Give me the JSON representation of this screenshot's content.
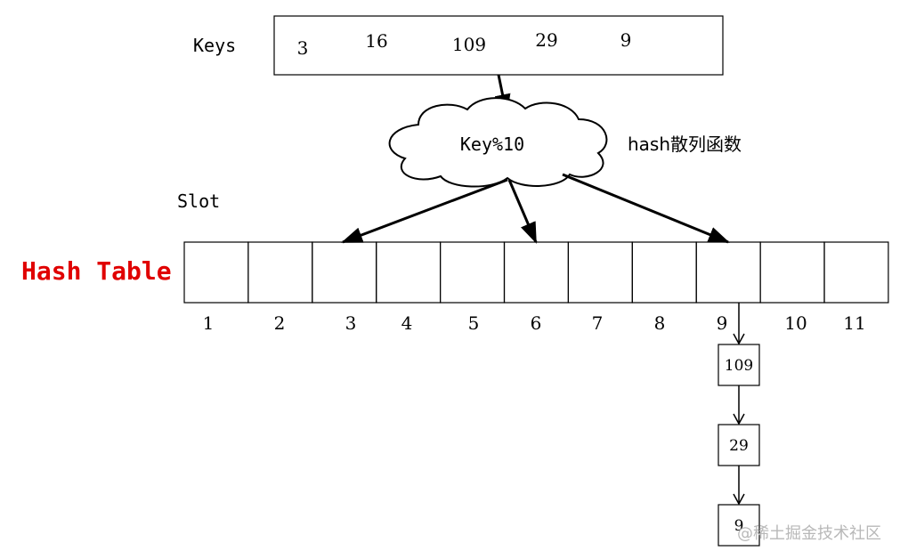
{
  "keys_label": "Keys",
  "keys": [
    "3",
    "16",
    "109",
    "29",
    "9"
  ],
  "hash_function": "Key%10",
  "hash_caption": "hash散列函数",
  "slot_label": "Slot",
  "table_title": "Hash Table",
  "slots": [
    "1",
    "2",
    "3",
    "4",
    "5",
    "6",
    "7",
    "8",
    "9",
    "10",
    "11"
  ],
  "chain": [
    "109",
    "29",
    "9"
  ],
  "watermark": "@稀土掘金技术社区",
  "colors": {
    "title": "#e00000",
    "stroke": "#000000",
    "text": "#000000",
    "watermark": "#c8c8c8"
  }
}
